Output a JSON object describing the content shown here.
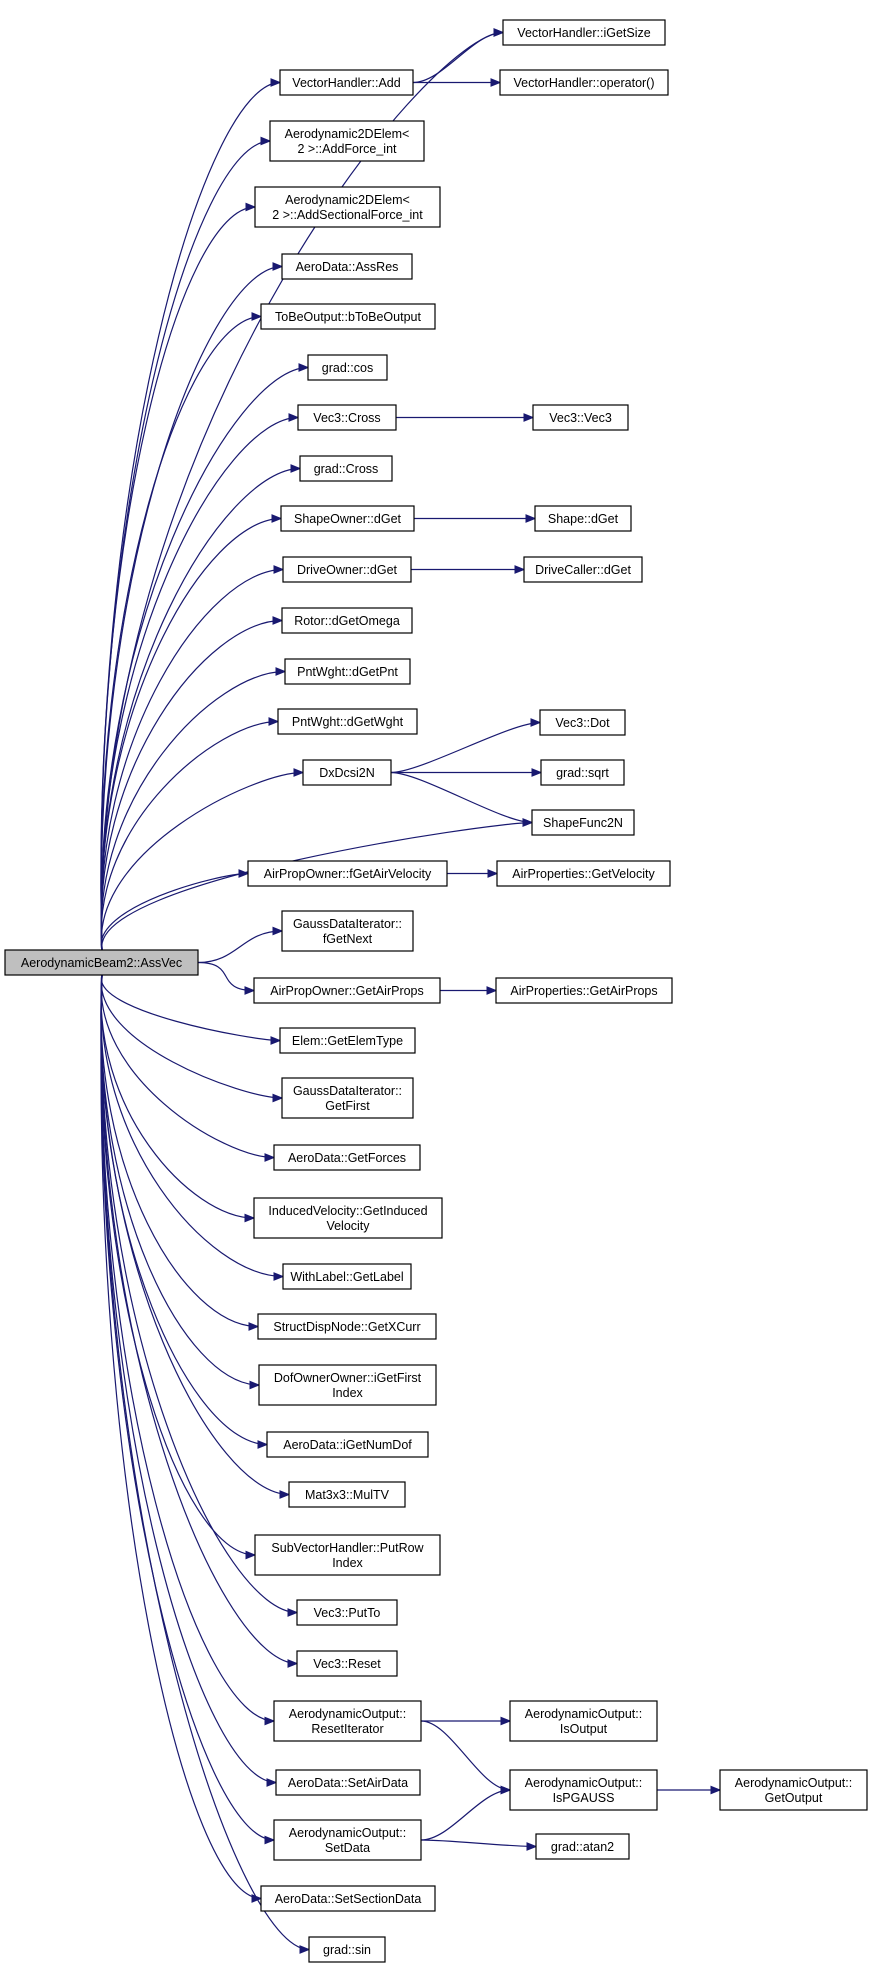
{
  "diagram": {
    "root": "AerodynamicBeam2::AssVec",
    "nodes": [
      {
        "id": "root",
        "lines": [
          "AerodynamicBeam2::AssVec"
        ]
      },
      {
        "id": "n_igetsize",
        "lines": [
          "VectorHandler::iGetSize"
        ]
      },
      {
        "id": "n_add",
        "lines": [
          "VectorHandler::Add"
        ]
      },
      {
        "id": "n_operator",
        "lines": [
          "VectorHandler::operator()"
        ]
      },
      {
        "id": "n_addforce",
        "lines": [
          "Aerodynamic2DElem<",
          "2 >::AddForce_int"
        ]
      },
      {
        "id": "n_addsect",
        "lines": [
          "Aerodynamic2DElem<",
          "2 >::AddSectionalForce_int"
        ]
      },
      {
        "id": "n_assres",
        "lines": [
          "AeroData::AssRes"
        ]
      },
      {
        "id": "n_btobe",
        "lines": [
          "ToBeOutput::bToBeOutput"
        ]
      },
      {
        "id": "n_cos",
        "lines": [
          "grad::cos"
        ]
      },
      {
        "id": "n_vcross",
        "lines": [
          "Vec3::Cross"
        ]
      },
      {
        "id": "n_vec3",
        "lines": [
          "Vec3::Vec3"
        ]
      },
      {
        "id": "n_gcross",
        "lines": [
          "grad::Cross"
        ]
      },
      {
        "id": "n_sodget",
        "lines": [
          "ShapeOwner::dGet"
        ]
      },
      {
        "id": "n_sdget",
        "lines": [
          "Shape::dGet"
        ]
      },
      {
        "id": "n_dodget",
        "lines": [
          "DriveOwner::dGet"
        ]
      },
      {
        "id": "n_dcdget",
        "lines": [
          "DriveCaller::dGet"
        ]
      },
      {
        "id": "n_omega",
        "lines": [
          "Rotor::dGetOmega"
        ]
      },
      {
        "id": "n_pnt",
        "lines": [
          "PntWght::dGetPnt"
        ]
      },
      {
        "id": "n_wght",
        "lines": [
          "PntWght::dGetWght"
        ]
      },
      {
        "id": "n_dxdcsi",
        "lines": [
          "DxDcsi2N"
        ]
      },
      {
        "id": "n_dot",
        "lines": [
          "Vec3::Dot"
        ]
      },
      {
        "id": "n_sqrt",
        "lines": [
          "grad::sqrt"
        ]
      },
      {
        "id": "n_shapefunc",
        "lines": [
          "ShapeFunc2N"
        ]
      },
      {
        "id": "n_fgetairvel",
        "lines": [
          "AirPropOwner::fGetAirVelocity"
        ]
      },
      {
        "id": "n_getvel",
        "lines": [
          "AirProperties::GetVelocity"
        ]
      },
      {
        "id": "n_fgetnext",
        "lines": [
          "GaussDataIterator::",
          "fGetNext"
        ]
      },
      {
        "id": "n_apogetairprops",
        "lines": [
          "AirPropOwner::GetAirProps"
        ]
      },
      {
        "id": "n_apgetairprops",
        "lines": [
          "AirProperties::GetAirProps"
        ]
      },
      {
        "id": "n_elemtype",
        "lines": [
          "Elem::GetElemType"
        ]
      },
      {
        "id": "n_getfirst",
        "lines": [
          "GaussDataIterator::",
          "GetFirst"
        ]
      },
      {
        "id": "n_getforces",
        "lines": [
          "AeroData::GetForces"
        ]
      },
      {
        "id": "n_induced",
        "lines": [
          "InducedVelocity::GetInduced",
          "Velocity"
        ]
      },
      {
        "id": "n_getlabel",
        "lines": [
          "WithLabel::GetLabel"
        ]
      },
      {
        "id": "n_xcurr",
        "lines": [
          "StructDispNode::GetXCurr"
        ]
      },
      {
        "id": "n_igetfirst",
        "lines": [
          "DofOwnerOwner::iGetFirst",
          "Index"
        ]
      },
      {
        "id": "n_numdof",
        "lines": [
          "AeroData::iGetNumDof"
        ]
      },
      {
        "id": "n_multv",
        "lines": [
          "Mat3x3::MulTV"
        ]
      },
      {
        "id": "n_putrow",
        "lines": [
          "SubVectorHandler::PutRow",
          "Index"
        ]
      },
      {
        "id": "n_putto",
        "lines": [
          "Vec3::PutTo"
        ]
      },
      {
        "id": "n_reset",
        "lines": [
          "Vec3::Reset"
        ]
      },
      {
        "id": "n_resetiter",
        "lines": [
          "AerodynamicOutput::",
          "ResetIterator"
        ]
      },
      {
        "id": "n_isoutput",
        "lines": [
          "AerodynamicOutput::",
          "IsOutput"
        ]
      },
      {
        "id": "n_setairdata",
        "lines": [
          "AeroData::SetAirData"
        ]
      },
      {
        "id": "n_ispgauss",
        "lines": [
          "AerodynamicOutput::",
          "IsPGAUSS"
        ]
      },
      {
        "id": "n_getoutput",
        "lines": [
          "AerodynamicOutput::",
          "GetOutput"
        ]
      },
      {
        "id": "n_setdata",
        "lines": [
          "AerodynamicOutput::",
          "SetData"
        ]
      },
      {
        "id": "n_atan2",
        "lines": [
          "grad::atan2"
        ]
      },
      {
        "id": "n_setsection",
        "lines": [
          "AeroData::SetSectionData"
        ]
      },
      {
        "id": "n_sin",
        "lines": [
          "grad::sin"
        ]
      }
    ],
    "edges": [
      [
        "root",
        "n_igetsize"
      ],
      [
        "root",
        "n_add"
      ],
      [
        "n_add",
        "n_igetsize"
      ],
      [
        "n_add",
        "n_operator"
      ],
      [
        "root",
        "n_addforce"
      ],
      [
        "root",
        "n_addsect"
      ],
      [
        "root",
        "n_assres"
      ],
      [
        "root",
        "n_btobe"
      ],
      [
        "root",
        "n_cos"
      ],
      [
        "root",
        "n_vcross"
      ],
      [
        "n_vcross",
        "n_vec3"
      ],
      [
        "root",
        "n_gcross"
      ],
      [
        "root",
        "n_sodget"
      ],
      [
        "n_sodget",
        "n_sdget"
      ],
      [
        "root",
        "n_dodget"
      ],
      [
        "n_dodget",
        "n_dcdget"
      ],
      [
        "root",
        "n_omega"
      ],
      [
        "root",
        "n_pnt"
      ],
      [
        "root",
        "n_wght"
      ],
      [
        "root",
        "n_dxdcsi"
      ],
      [
        "n_dxdcsi",
        "n_dot"
      ],
      [
        "n_dxdcsi",
        "n_sqrt"
      ],
      [
        "n_dxdcsi",
        "n_shapefunc"
      ],
      [
        "root",
        "n_shapefunc"
      ],
      [
        "root",
        "n_fgetairvel"
      ],
      [
        "n_fgetairvel",
        "n_getvel"
      ],
      [
        "root",
        "n_fgetnext"
      ],
      [
        "root",
        "n_apogetairprops"
      ],
      [
        "n_apogetairprops",
        "n_apgetairprops"
      ],
      [
        "root",
        "n_elemtype"
      ],
      [
        "root",
        "n_getfirst"
      ],
      [
        "root",
        "n_getforces"
      ],
      [
        "root",
        "n_induced"
      ],
      [
        "root",
        "n_getlabel"
      ],
      [
        "root",
        "n_xcurr"
      ],
      [
        "root",
        "n_igetfirst"
      ],
      [
        "root",
        "n_numdof"
      ],
      [
        "root",
        "n_multv"
      ],
      [
        "root",
        "n_putrow"
      ],
      [
        "root",
        "n_putto"
      ],
      [
        "root",
        "n_reset"
      ],
      [
        "root",
        "n_resetiter"
      ],
      [
        "n_resetiter",
        "n_isoutput"
      ],
      [
        "n_resetiter",
        "n_ispgauss"
      ],
      [
        "root",
        "n_setairdata"
      ],
      [
        "n_ispgauss",
        "n_getoutput"
      ],
      [
        "root",
        "n_setdata"
      ],
      [
        "n_setdata",
        "n_ispgauss"
      ],
      [
        "n_setdata",
        "n_atan2"
      ],
      [
        "root",
        "n_setsection"
      ],
      [
        "root",
        "n_sin"
      ]
    ],
    "colors": {
      "edge": "#191970",
      "root_fill": "#bfbfbf",
      "node_fill": "#ffffff",
      "node_stroke": "#000000"
    }
  }
}
